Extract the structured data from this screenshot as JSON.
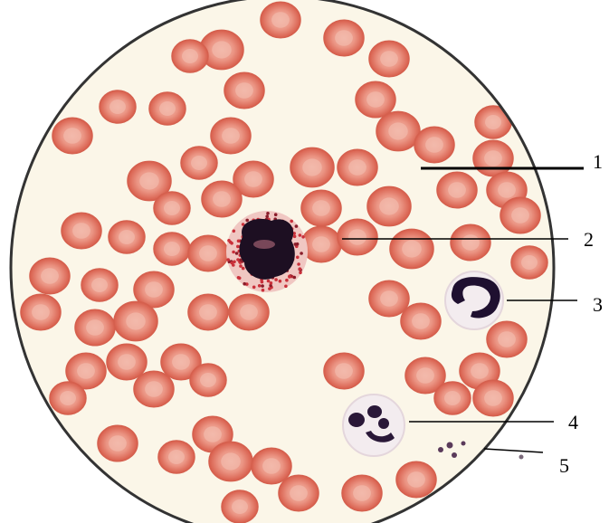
{
  "labels": [
    {
      "id": "1",
      "text": "1"
    },
    {
      "id": "2",
      "text": "2"
    },
    {
      "id": "3",
      "text": "3"
    },
    {
      "id": "4",
      "text": "4"
    },
    {
      "id": "5",
      "text": "5"
    }
  ],
  "colors": {
    "background": "#fbf6e8",
    "rbc_fill": "#e8897a",
    "rbc_rim": "#d9604f",
    "rbc_center": "#f2b4a6",
    "nucleus": "#1a1025",
    "eosinophil_granules": "#c9303a",
    "neutrophil_cytoplasm": "#f1e9ee",
    "platelet": "#5a3a5a",
    "outline": "#333333",
    "leader": "#000000"
  }
}
